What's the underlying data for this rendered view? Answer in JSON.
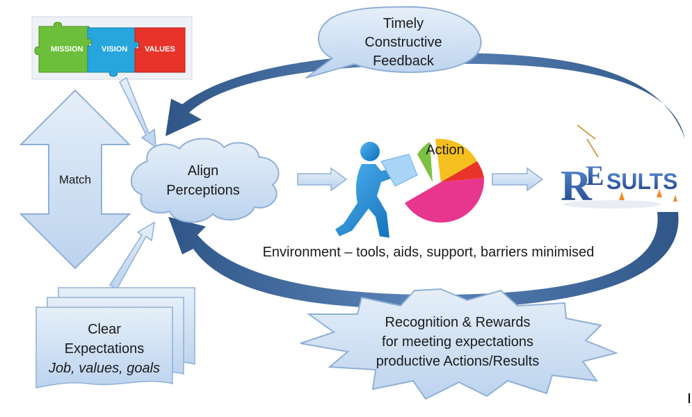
{
  "puzzle": {
    "piece1": "MISSION",
    "piece2": "VISION",
    "piece3": "VALUES"
  },
  "feedback": {
    "line1": "Timely",
    "line2": "Constructive",
    "line3": "Feedback"
  },
  "match": {
    "label": "Match"
  },
  "align": {
    "line1": "Align",
    "line2": "Perceptions"
  },
  "action": {
    "label": "Action"
  },
  "results": {
    "letter1": "R",
    "letter2": "E",
    "rest": "SULTS"
  },
  "environment": {
    "label": "Environment – tools, aids, support, barriers minimised"
  },
  "expectations": {
    "line1": "Clear",
    "line2": "Expectations",
    "line3": "Job, values, goals"
  },
  "recognition": {
    "line1": "Recognition & Rewards",
    "line2": "for meeting expectations",
    "line3": "productive Actions/Results"
  },
  "colors": {
    "arrow_dark": "#3e6494",
    "shape_fill": "#cfe0f4",
    "shape_stroke": "#8fb0d6",
    "pie_pink": "#e8368f",
    "pie_yellow": "#f5c01f",
    "pie_red": "#e8332a",
    "pie_green": "#7dc142",
    "figure_blue": "#1f8fd8"
  }
}
